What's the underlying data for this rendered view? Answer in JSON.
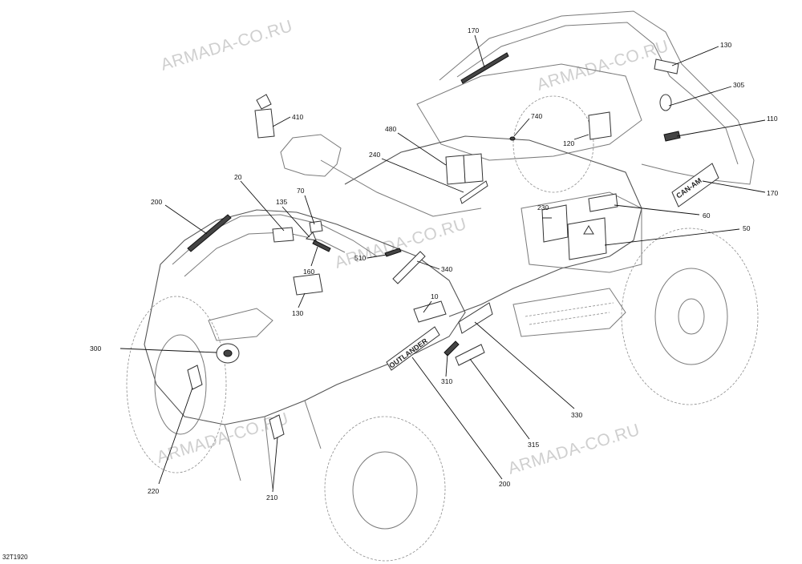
{
  "watermark_text": "ARMADA-CO.RU",
  "reference_code": "32T1920",
  "decal_texts": {
    "brand_side": "CAN-AM",
    "model_side": "OUTLANDER"
  },
  "callouts": [
    {
      "id": "c10",
      "label": "10"
    },
    {
      "id": "c20",
      "label": "20"
    },
    {
      "id": "c50",
      "label": "50"
    },
    {
      "id": "c60",
      "label": "60"
    },
    {
      "id": "c70",
      "label": "70"
    },
    {
      "id": "c110",
      "label": "110"
    },
    {
      "id": "c120",
      "label": "120"
    },
    {
      "id": "c130a",
      "label": "130"
    },
    {
      "id": "c130b",
      "label": "130"
    },
    {
      "id": "c135",
      "label": "135"
    },
    {
      "id": "c160",
      "label": "160"
    },
    {
      "id": "c170a",
      "label": "170"
    },
    {
      "id": "c170b",
      "label": "170"
    },
    {
      "id": "c200a",
      "label": "200"
    },
    {
      "id": "c200b",
      "label": "200"
    },
    {
      "id": "c210",
      "label": "210"
    },
    {
      "id": "c220",
      "label": "220"
    },
    {
      "id": "c230",
      "label": "230"
    },
    {
      "id": "c240",
      "label": "240"
    },
    {
      "id": "c300",
      "label": "300"
    },
    {
      "id": "c305",
      "label": "305"
    },
    {
      "id": "c310",
      "label": "310"
    },
    {
      "id": "c315",
      "label": "315"
    },
    {
      "id": "c330",
      "label": "330"
    },
    {
      "id": "c340",
      "label": "340"
    },
    {
      "id": "c410",
      "label": "410"
    },
    {
      "id": "c480",
      "label": "480"
    },
    {
      "id": "c510",
      "label": "510"
    },
    {
      "id": "c740",
      "label": "740"
    }
  ]
}
